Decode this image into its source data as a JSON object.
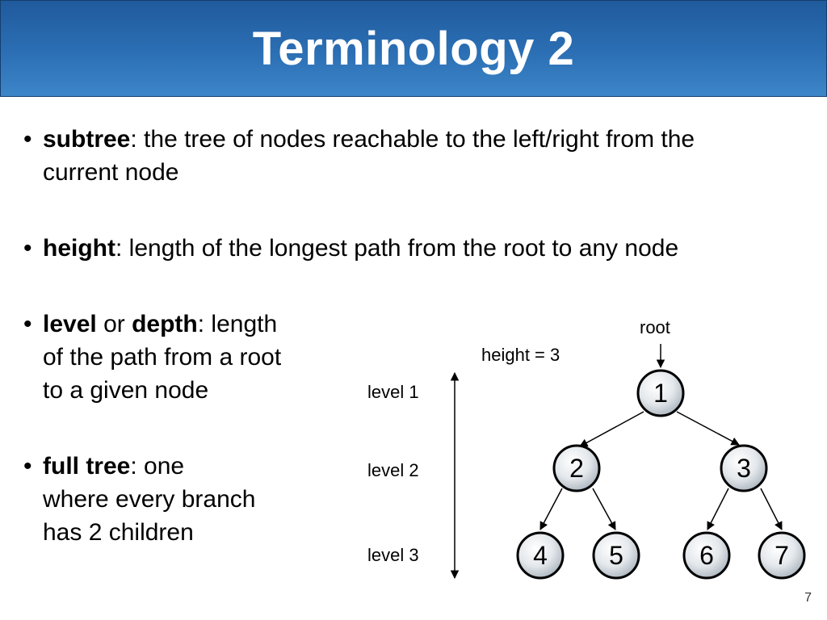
{
  "title": "Terminology 2",
  "bullets": {
    "subtree": {
      "term": "subtree",
      "line1": ": the tree of nodes reachable to the left/right from the",
      "line2": "current node"
    },
    "height": {
      "term": "height",
      "text": ": length of the longest path from the root to any node"
    },
    "level": {
      "term1": "level",
      "or": " or ",
      "term2": "depth",
      "line1": ": length",
      "line2": "of the path from a root",
      "line3": "to a given node"
    },
    "full": {
      "term": "full tree",
      "line1": ": one",
      "line2": "where every branch",
      "line3": "has 2 children"
    }
  },
  "diagram": {
    "root_label": "root",
    "height_label": "height = 3",
    "levels": [
      "level 1",
      "level 2",
      "level 3"
    ],
    "nodes": [
      "1",
      "2",
      "3",
      "4",
      "5",
      "6",
      "7"
    ]
  },
  "page_number": "7"
}
